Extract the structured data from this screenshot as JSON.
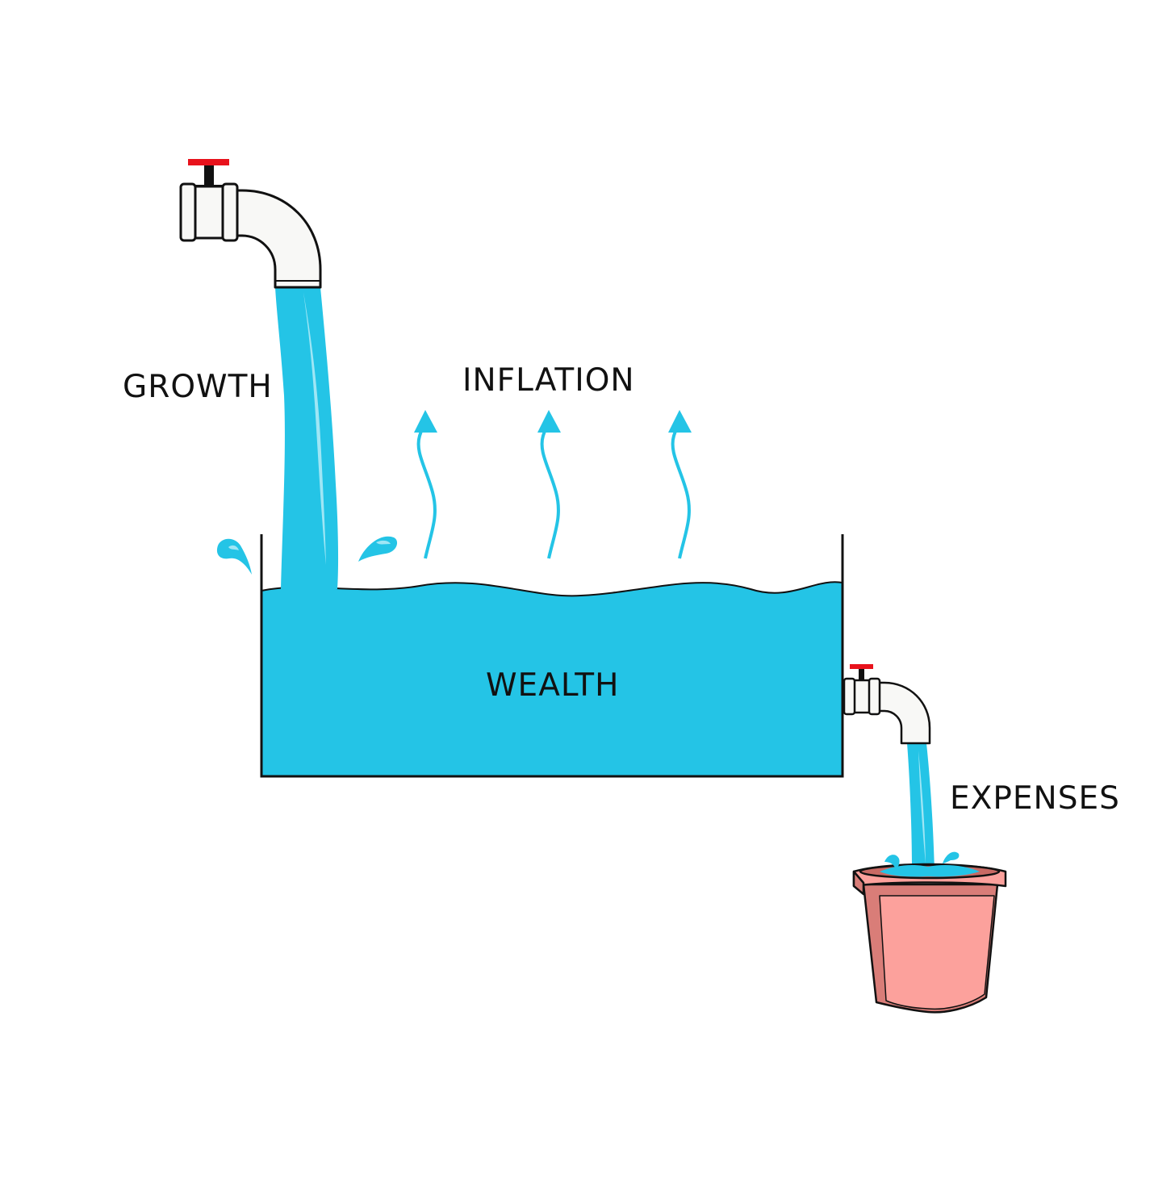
{
  "labels": {
    "growth": "GROWTH",
    "inflation": "INFLATION",
    "wealth": "WEALTH",
    "expenses": "EXPENSES"
  },
  "colors": {
    "water": "#24c4e6",
    "water_highlight": "#9fe6f5",
    "valve_handle": "#e8121c",
    "pipe": "#f8f8f6",
    "bucket_front": "#fca19c",
    "bucket_side": "#d97d78",
    "outline": "#111111"
  },
  "icons": {
    "main_tap": "water-tap-icon",
    "small_tap": "water-tap-icon",
    "bucket": "bucket-icon",
    "evaporation": "wavy-up-arrow-icon"
  }
}
